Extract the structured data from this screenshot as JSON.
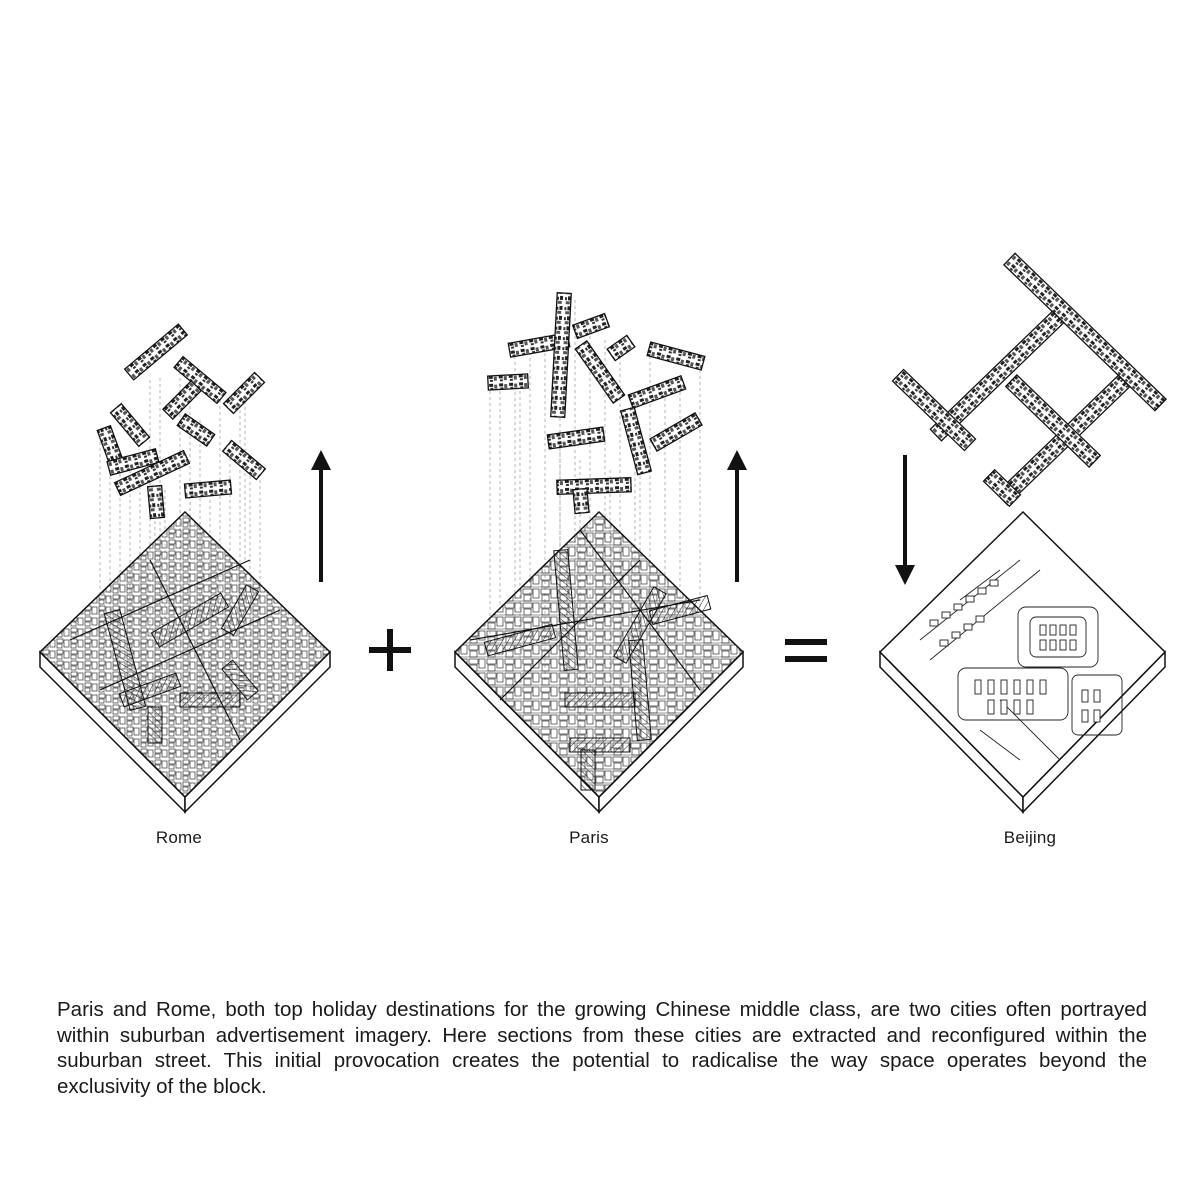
{
  "labels": {
    "rome": "Rome",
    "paris": "Paris",
    "beijing": "Beijing"
  },
  "operators": {
    "plus": "+",
    "equals": "="
  },
  "arrows": {
    "rome": "up",
    "paris": "up",
    "beijing": "down"
  },
  "caption": "Paris and Rome, both top holiday destinations for the growing Chinese middle class, are two cities often portrayed within suburban advertisement imagery. Here sections from these cities are extracted and reconfigured within the suburban street.  This initial provocation creates the potential to radicalise the way space operates beyond the exclusivity of the block."
}
